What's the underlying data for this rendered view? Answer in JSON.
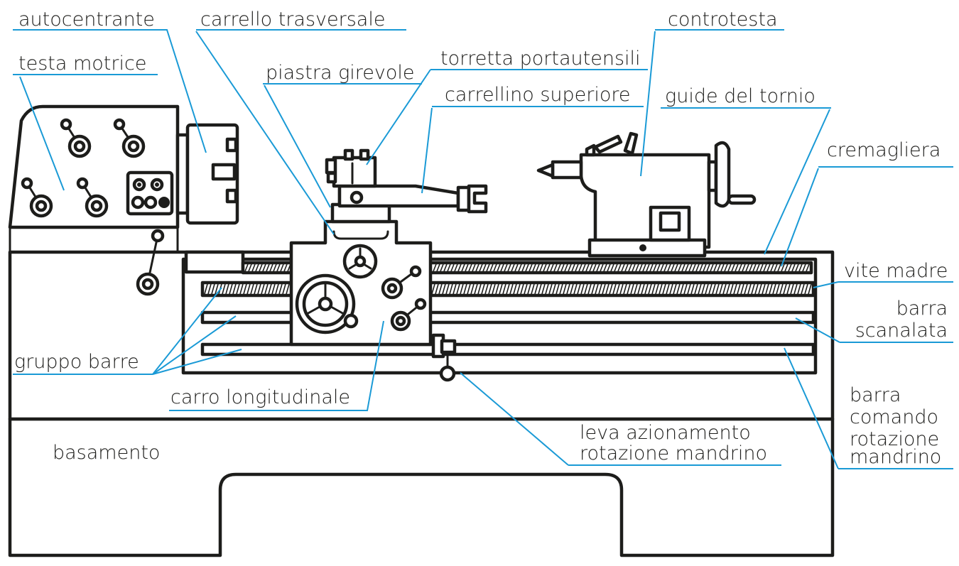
{
  "labels": {
    "autocentrante": "autocentrante",
    "testa_motrice": "testa motrice",
    "carrello_trasversale": "carrello trasversale",
    "piastra_girevole": "piastra girevole",
    "torretta_portautensili": "torretta portautensili",
    "carrellino_superiore": "carrellino superiore",
    "controtesta": "controtesta",
    "guide_del_tornio": "guide del tornio",
    "cremagliera": "cremagliera",
    "vite_madre": "vite madre",
    "barra_scanalata": [
      "barra",
      "scanalata"
    ],
    "gruppo_barre": "gruppo barre",
    "carro_longitudinale": "carro longitudinale",
    "barra_comando": [
      "barra",
      "comando",
      "rotazione",
      "mandrino"
    ],
    "leva_azionamento": [
      "leva azionamento",
      "rotazione mandrino"
    ],
    "basamento": "basamento"
  },
  "colors": {
    "leader": "#1a9ad6",
    "drawing": "#1d1d1b",
    "text": "#1d1d1b"
  }
}
